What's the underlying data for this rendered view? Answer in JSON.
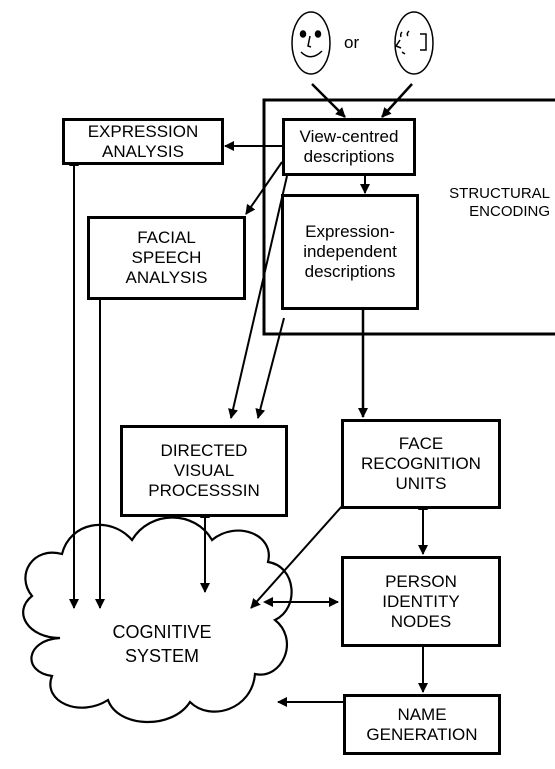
{
  "faces": {
    "or_label": "or"
  },
  "structural_encoding": {
    "label_line1": "STRUCTURAL",
    "label_line2": "ENCODING"
  },
  "boxes": {
    "view_centred": {
      "line1": "View-centred",
      "line2": "descriptions"
    },
    "expression_independent": {
      "line1": "Expression-",
      "line2": "independent",
      "line3": "descriptions"
    },
    "expression_analysis": {
      "line1": "EXPRESSION",
      "line2": "ANALYSIS"
    },
    "facial_speech": {
      "line1": "FACIAL",
      "line2": "SPEECH",
      "line3": "ANALYSIS"
    },
    "directed_visual": {
      "line1": "DIRECTED",
      "line2": "VISUAL",
      "line3": "PROCESSSIN"
    },
    "face_recognition": {
      "line1": "FACE",
      "line2": "RECOGNITION",
      "line3": "UNITS"
    },
    "person_identity": {
      "line1": "PERSON",
      "line2": "IDENTITY",
      "line3": "NODES"
    },
    "name_generation": {
      "line1": "NAME",
      "line2": "GENERATION"
    }
  },
  "cognitive_system": {
    "line1": "COGNITIVE",
    "line2": "SYSTEM"
  }
}
